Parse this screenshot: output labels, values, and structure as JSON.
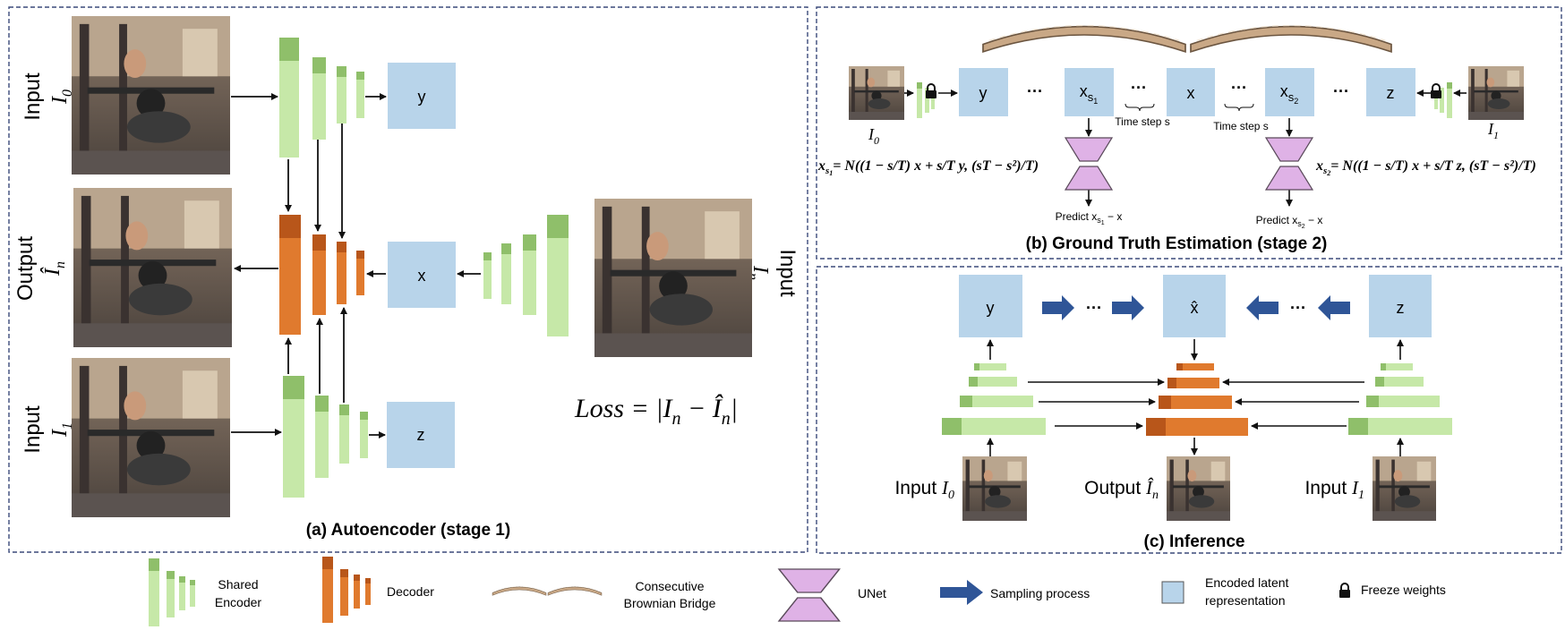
{
  "panels": {
    "a": {
      "title": "(a) Autoencoder (stage 1)",
      "input_0": "Input",
      "input_0_var": "I",
      "input_0_sub": "0",
      "output": "Output",
      "output_var": "Î",
      "output_sub": "n",
      "input_1": "Input",
      "input_1_var": "I",
      "input_1_sub": "1",
      "input_n": "Input",
      "input_n_var": "I",
      "input_n_sub": "n",
      "latent_y": "y",
      "latent_x": "x",
      "latent_z": "z",
      "loss": "Loss = |I",
      "loss_sub_n": "n",
      "loss_minus": " − Î",
      "loss_sub_n2": "n",
      "loss_end": "|"
    },
    "b": {
      "title": "(b) Ground Truth Estimation (stage 2)",
      "latent_y": "y",
      "ellipsis": "···",
      "xs1": "x",
      "xs1_sub": "s",
      "xs1_subsub": "1",
      "latent_x": "x",
      "xs2": "x",
      "xs2_sub": "s",
      "xs2_subsub": "2",
      "latent_z": "z",
      "time_step": "Time step s",
      "i0_var": "I",
      "i0_sub": "0",
      "i1_var": "I",
      "i1_sub": "1",
      "predict": "Predict x",
      "predict_tail": " − x",
      "eq_lhs": "x",
      "eq_body_left": "= N((1 − s/T) x + s/T y, (sT − s²)/T)",
      "eq_body_right": "= N((1 − s/T) x + s/T z, (sT − s²)/T)"
    },
    "c": {
      "title": "(c) Inference",
      "latent_y": "y",
      "latent_xhat": "x̂",
      "latent_z": "z",
      "ellipsis": "···",
      "input_0": "Input ",
      "input_0_var": "I",
      "input_0_sub": "0",
      "output": "Output ",
      "output_var": "Î",
      "output_sub": "n",
      "input_1": "Input ",
      "input_1_var": "I",
      "input_1_sub": "1"
    }
  },
  "legend": {
    "shared_encoder": [
      "Shared",
      "Encoder"
    ],
    "decoder": "Decoder",
    "bridge": [
      "Consecutive",
      "Brownian Bridge"
    ],
    "unet": "UNet",
    "sampling": "Sampling process",
    "latent": [
      "Encoded latent",
      "representation"
    ],
    "freeze": "Freeze weights"
  },
  "colors": {
    "encoder": "#c6e8a8",
    "encoder_dark": "#8fbf6a",
    "decoder": "#e07a2e",
    "decoder_dark": "#b8561a",
    "latent": "#b8d4ea",
    "unet": "#dfb2e6",
    "unet_stroke": "#5a4a5a",
    "sampling": "#2f5597",
    "frame": "#3b4a7a",
    "bridge": "#c9a886"
  }
}
